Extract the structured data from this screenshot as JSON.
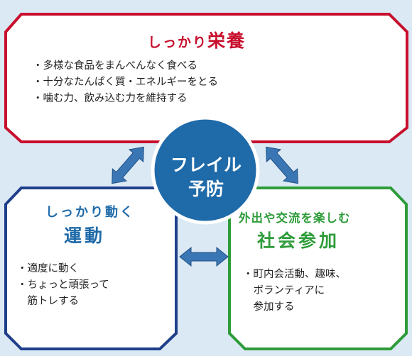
{
  "nutrition": {
    "title_small": "しっかり",
    "title_big": "栄養",
    "items": [
      "・多様な食品をまんべんなく食べる",
      "・十分なたんぱく質・エネルギーをとる",
      "・噛む力、飲み込む力を維持する"
    ]
  },
  "movement": {
    "title_line1": "しっかり動く",
    "title_line2": "運動",
    "items": [
      "・適度に動く",
      "・ちょっと頑張って",
      "　筋トレする"
    ]
  },
  "social": {
    "title_line1": "外出や交流を楽しむ",
    "title_line2": "社会参加",
    "items": [
      "・町内会活動、趣味、",
      "　ボランティアに",
      "　参加する"
    ]
  },
  "center": {
    "line1": "フレイル",
    "line2": "予防"
  },
  "colors": {
    "background": "#dbe9f4",
    "nutrition": "#c8102e",
    "movement": "#1f3f8a",
    "social": "#2e9c3a",
    "center_circle": "#1f6aa9",
    "arrows": "#3a76b4"
  }
}
